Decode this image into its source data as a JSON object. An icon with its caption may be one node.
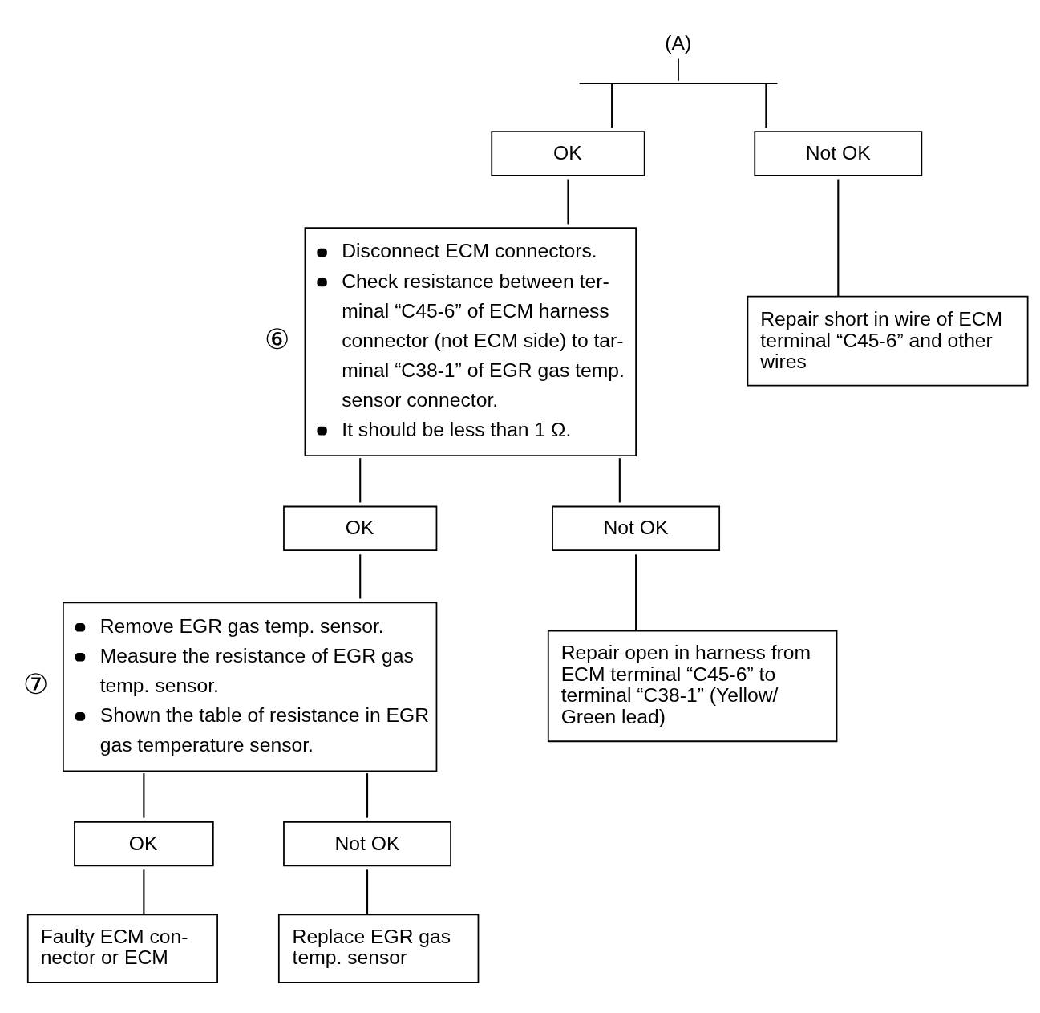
{
  "diagram": {
    "nodes": [
      {
        "text": [
          "(A)"
        ]
      },
      {
        "text": [
          "OK"
        ]
      },
      {
        "text": [
          "Not OK"
        ]
      },
      {
        "text": [
          "Disconnect ECM connectors.",
          "Check resistance between ter- minal “C45-6” of ECM harness connector (not ECM side) to tar- minal “C38-1” of EGR gas temp. sensor connector.",
          "It should be less than 1 Ω."
        ],
        "beside": [
          "⑥"
        ]
      },
      {
        "text": [
          "Repair short in wire of ECM terminal “C45-6” and other wires"
        ]
      },
      {
        "text": [
          "OK"
        ]
      },
      {
        "text": [
          "Not OK"
        ]
      },
      {
        "text": [
          "Remove EGR gas temp. sensor.",
          "Measure the resistance of EGR gas temp. sensor.",
          "Shown the table of resistance in EGR gas temperature sensor."
        ],
        "beside": [
          "⑦"
        ]
      },
      {
        "text": [
          "Repair open in harness from ECM terminal “C45-6” to terminal “C38-1” (Yellow/ Green lead)"
        ]
      },
      {
        "text": [
          "OK"
        ]
      },
      {
        "text": [
          "Not OK"
        ]
      },
      {
        "text": [
          "Faulty ECM con- nector or ECM"
        ]
      },
      {
        "text": [
          "Replace EGR gas temp. sensor"
        ]
      }
    ],
    "edges": [
      {
        "from": 0,
        "to": 1,
        "arrow": "none"
      },
      {
        "from": 0,
        "to": 2,
        "arrow": "none"
      },
      {
        "from": 1,
        "to": 3,
        "arrow": "none"
      },
      {
        "from": 2,
        "to": 4,
        "arrow": "none"
      },
      {
        "from": 3,
        "to": 5,
        "arrow": "none"
      },
      {
        "from": 3,
        "to": 6,
        "arrow": "none"
      },
      {
        "from": 5,
        "to": 7,
        "arrow": "none"
      },
      {
        "from": 6,
        "to": 8,
        "arrow": "none"
      },
      {
        "from": 7,
        "to": 9,
        "arrow": "none"
      },
      {
        "from": 7,
        "to": 10,
        "arrow": "none"
      },
      {
        "from": 9,
        "to": 11,
        "arrow": "none"
      },
      {
        "from": 10,
        "to": 12,
        "arrow": "none"
      }
    ]
  }
}
